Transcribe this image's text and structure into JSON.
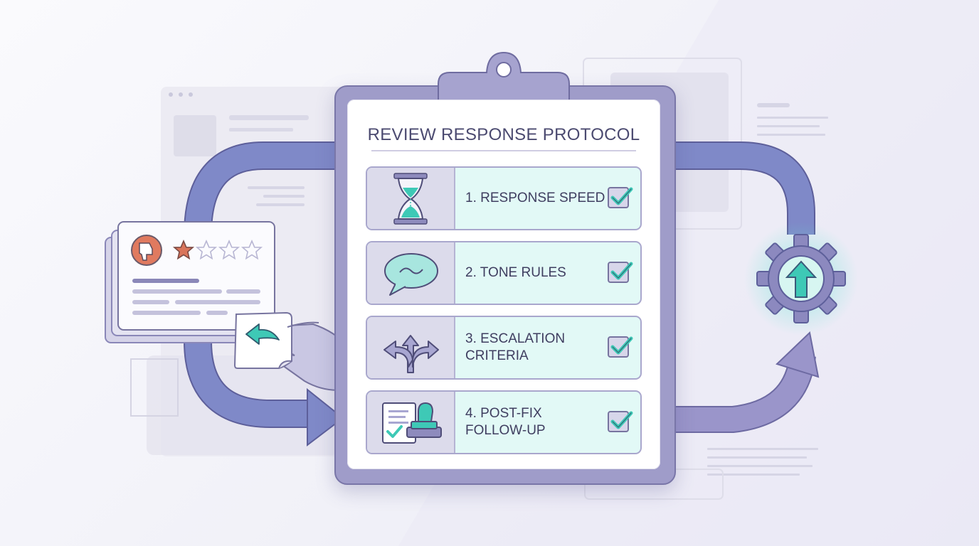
{
  "protocol": {
    "title": "REVIEW RESPONSE PROTOCOL",
    "steps": [
      {
        "label": "1. RESPONSE SPEED",
        "icon": "hourglass-icon",
        "checked": true
      },
      {
        "label": "2. TONE RULES",
        "icon": "speech-bubble-icon",
        "checked": true
      },
      {
        "label": "3. ESCALATION\nCRITERIA",
        "icon": "branching-arrows-icon",
        "checked": true
      },
      {
        "label": "4. POST-FIX\nFOLLOW-UP",
        "icon": "document-stamp-icon",
        "checked": true
      }
    ]
  },
  "review_card": {
    "rating": 1,
    "max_rating": 5,
    "icons": [
      "thumbs-down-icon",
      "star-icon",
      "reply-arrow-icon",
      "pointing-hand-icon"
    ]
  },
  "improvement": {
    "icon": "gear-up-arrow-icon"
  },
  "colors": {
    "accent_teal": "#3ec9b6",
    "row_teal": "#e2f9f6",
    "board_purple": "#9f9cc9",
    "flow_arrow": "#7d86c6",
    "negative_orange": "#e07a5f"
  }
}
